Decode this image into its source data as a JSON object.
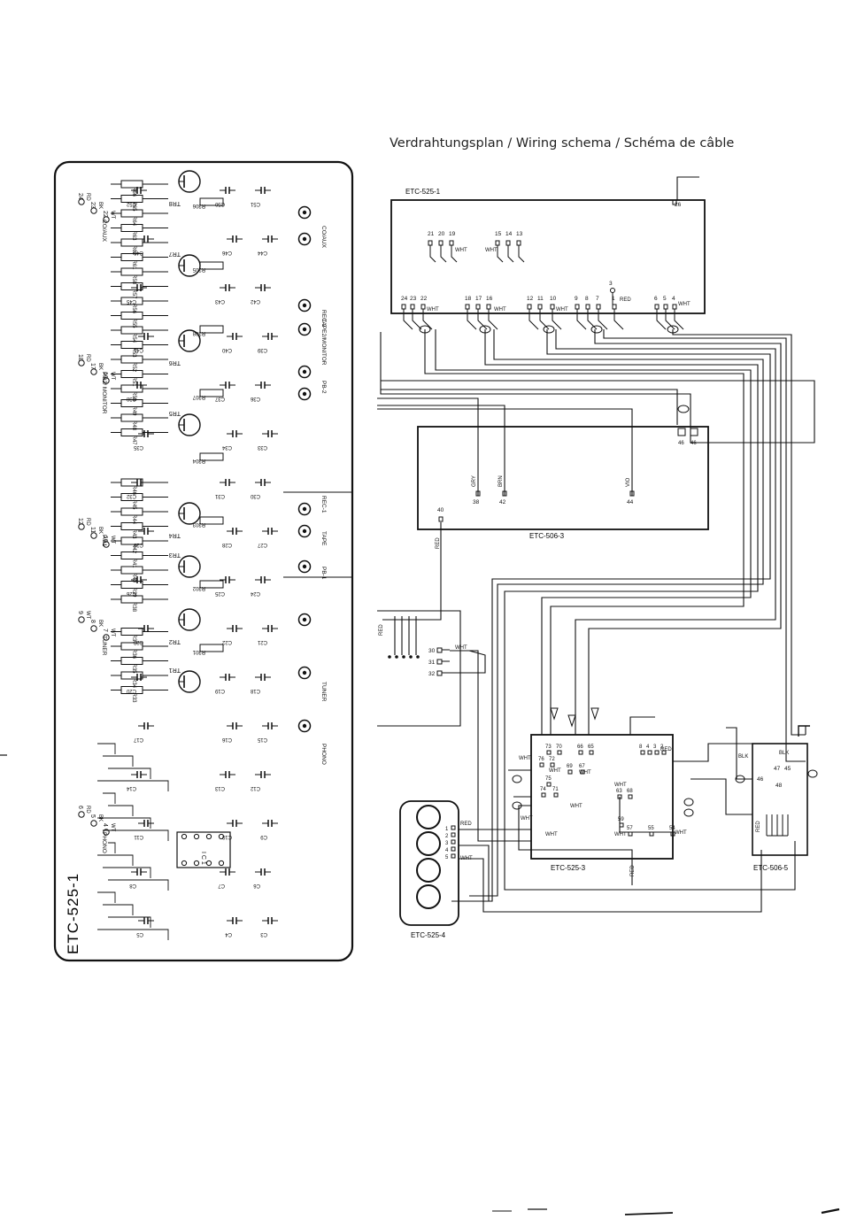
{
  "title": "Verdrahtungsplan / Wiring schema / Schéma de câble",
  "pcb": {
    "board_label": "ETC-525-1",
    "transistors": [
      "TR8",
      "TR7",
      "TR6",
      "TR5",
      "TR4",
      "TR3",
      "TR2",
      "TR1"
    ],
    "side_terminals": [
      {
        "num": "24",
        "col": "RD"
      },
      {
        "num": "23",
        "col": "BK"
      },
      {
        "num": "22",
        "col": "WT"
      },
      {
        "num": "18",
        "col": "RD"
      },
      {
        "num": "17",
        "col": "BK"
      },
      {
        "num": "16",
        "col": "WT"
      },
      {
        "num": "12",
        "col": "RD"
      },
      {
        "num": "11",
        "col": "BK"
      },
      {
        "num": "10",
        "col": "WT"
      },
      {
        "num": "9",
        "col": "WT"
      },
      {
        "num": "8",
        "col": "BK"
      },
      {
        "num": "7",
        "col": "WT"
      },
      {
        "num": "6",
        "col": "RD"
      },
      {
        "num": "5",
        "col": "BK"
      },
      {
        "num": "4",
        "col": "WT"
      }
    ],
    "input_labels": [
      "CO/AUX",
      "P.B2/ MONITOR",
      "P.B1",
      "TUNER",
      "PHONO"
    ],
    "jack_labels": [
      "CO/AUX",
      "REC-2",
      "TAPE2/MONITOR",
      "PB-2",
      "REC-1",
      "TAPE",
      "PB-1",
      "TUNER",
      "PHONO"
    ],
    "resistors_left": [
      "R66",
      "R65",
      "R64",
      "R63",
      "R62",
      "R61",
      "R58",
      "R57",
      "R56",
      "R55",
      "R54",
      "R53",
      "R52",
      "R51",
      "R50",
      "R49",
      "R48",
      "R47",
      "R46",
      "R45",
      "R44",
      "R43",
      "R42",
      "R41",
      "R40",
      "R39",
      "R38",
      "R37",
      "R36",
      "R35",
      "R34",
      "R33",
      "R32",
      "R31",
      "R30",
      "R29"
    ],
    "resistors_mid": [
      "R306",
      "R305",
      "R308",
      "R307",
      "R304",
      "R303",
      "R302",
      "R301"
    ],
    "caps": [
      "C52",
      "C50",
      "C51",
      "C49",
      "C46",
      "C44",
      "C45",
      "C43",
      "C42",
      "C41",
      "C40",
      "C39",
      "C38",
      "C37",
      "C36",
      "C35",
      "C34",
      "C33",
      "C32",
      "C31",
      "C30",
      "C29",
      "C28",
      "C27",
      "C26",
      "C25",
      "C24",
      "C23",
      "C22",
      "C21",
      "C20",
      "C19",
      "C18",
      "C17",
      "C16",
      "C15",
      "C14",
      "C13",
      "C12",
      "C11",
      "C10",
      "C9",
      "C8",
      "C7",
      "C6",
      "C5",
      "C4",
      "C3"
    ],
    "ic_label": "I C 1"
  },
  "wiring": {
    "etc525_1": {
      "label": "ETC-525-1",
      "pins_top": [
        "21",
        "20",
        "19",
        "15",
        "14",
        "13"
      ],
      "pins_bottom": [
        "24",
        "23",
        "22",
        "18",
        "17",
        "16",
        "12",
        "11",
        "10",
        "9",
        "8",
        "7",
        "1",
        "6",
        "5",
        "4"
      ],
      "pin_top_right": "26",
      "pin_extra": "3",
      "wht": "WHT",
      "red": "RED"
    },
    "etc506_3": {
      "label": "ETC-506-3",
      "pins": [
        "38",
        "42",
        "44",
        "40",
        "46",
        "46"
      ],
      "wires": [
        "GRY",
        "BRN",
        "VIO",
        "RED"
      ]
    },
    "etc525_3": {
      "label": "ETC-525-3",
      "pins": [
        "73",
        "70",
        "66",
        "65",
        "76",
        "72",
        "69",
        "67",
        "75",
        "74",
        "71",
        "63",
        "68",
        "59",
        "57",
        "55",
        "54",
        "8",
        "4",
        "3",
        "2"
      ],
      "wht": "WHT",
      "red": "RED"
    },
    "etc525_4": {
      "label": "ETC-525-4",
      "pins": [
        "1",
        "2",
        "3",
        "4",
        "5"
      ],
      "wht": "WHT",
      "red": "RED"
    },
    "etc506_5": {
      "label": "ETC-506-5",
      "pins": [
        "47",
        "45",
        "46",
        "48"
      ],
      "blk": "BLK",
      "red": "RED"
    },
    "connector": {
      "pins": [
        "30",
        "31",
        "32"
      ],
      "red": "RED",
      "wht": "WHT"
    }
  }
}
